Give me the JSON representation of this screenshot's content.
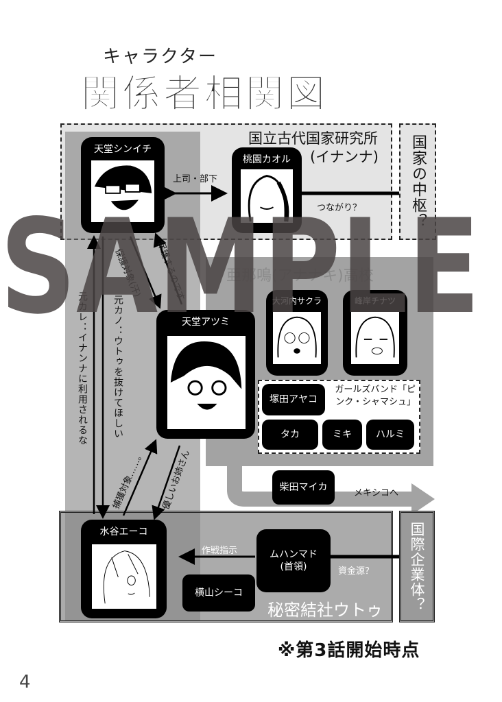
{
  "header": {
    "ruby": "キャラクター",
    "title": "関係者相関図"
  },
  "institute": {
    "name": "国立古代国家研究所",
    "alias": "(イナンナ)",
    "side_label": "国家の中枢？"
  },
  "characters": {
    "shinichi": "天堂シンイチ",
    "kaoru": "桃園カオル",
    "atsumi": "天堂アツミ",
    "sakura": "大河内サクラ",
    "chinatsu": "峰岸チナツ",
    "ayako": "塚田アヤコ",
    "taka": "タカ",
    "miki": "ミキ",
    "harumi": "ハルミ",
    "maika": "柴田マイカ",
    "eiko": "水谷エーコ",
    "muhammad": "ムハンマド",
    "muhammad_role": "(首領)",
    "shiko": "横山シーコ"
  },
  "school": {
    "name": "亜那鳴(アナナキ)高校",
    "band": "ガールズバンド「ピンク・シャマシュ」"
  },
  "society": {
    "name": "秘密結社ウトゥ",
    "side_label": "国際企業体？"
  },
  "relations": {
    "boss": "上司・部下",
    "link": "つながり？",
    "protect_target": "保護対象(汗)",
    "protect": "保護するのです",
    "ex_boyfriend": "元カレ：イナンナに利用されるな",
    "ex_girlfriend": "元カノ：ウトゥを抜けてほしい",
    "capture": "捕獲対象……。",
    "kind_sister": "優しいお姉さん",
    "orders": "作戦指示",
    "funding": "資金源？",
    "mexico": "メキシコへ"
  },
  "footer": {
    "note": "※第3話開始時点",
    "page": "4"
  },
  "watermark": "SAMPLE",
  "colors": {
    "panel_light": "#e4e4e4",
    "panel_mid": "#a3a3a3",
    "card": "#000000",
    "watermark": "#555555"
  }
}
